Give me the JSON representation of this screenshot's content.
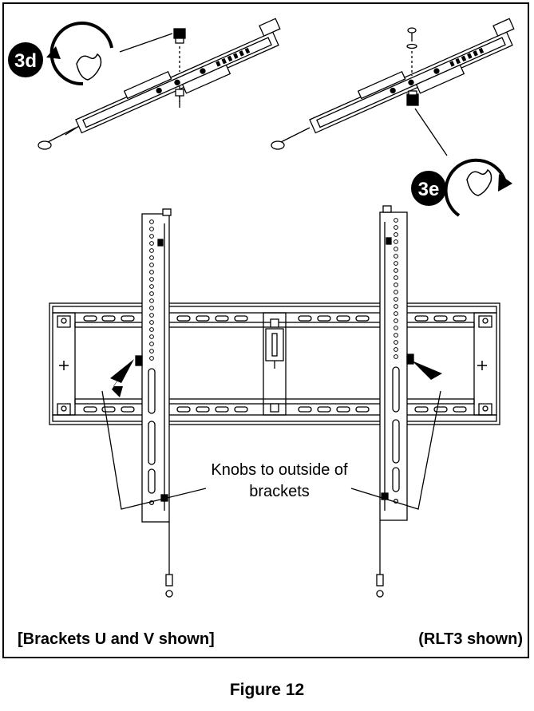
{
  "figure": {
    "title": "Figure 12",
    "callout": "Knobs to outside of brackets",
    "caption_left": "[Brackets U and V shown]",
    "caption_right": "(RLT3 shown)"
  },
  "steps": {
    "left": {
      "label": "3d",
      "rotation": "counterclockwise",
      "icon": "rotate-ccw-hand-icon"
    },
    "right": {
      "label": "3e",
      "rotation": "clockwise",
      "icon": "rotate-cw-hand-icon"
    }
  },
  "parts": {
    "bracket_count": 2,
    "wall_plate": "wall-plate",
    "knob": "knob-icon"
  },
  "colors": {
    "line": "#000000",
    "fill": "#ffffff",
    "badge": "#000000"
  }
}
